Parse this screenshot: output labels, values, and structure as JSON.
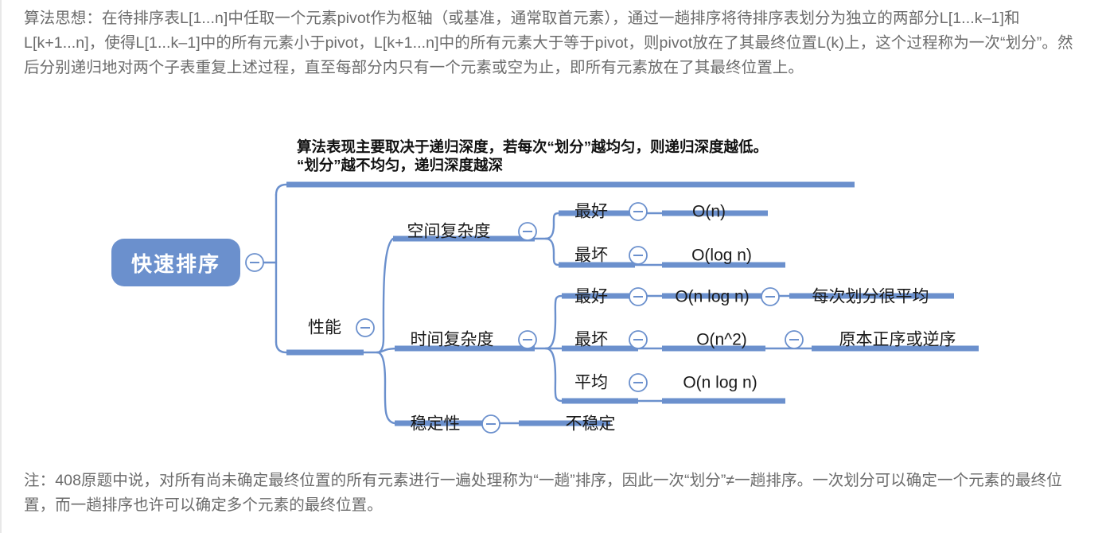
{
  "intro": {
    "text": "算法思想：在待排序表L[1...n]中任取一个元素pivot作为枢轴（或基准，通常取首元素），通过一趟排序将待排序表划分为独立的两部分L[1...k–1]和L[k+1...n]，使得L[1...k–1]中的所有元素小于pivot，L[k+1...n]中的所有元素大于等于pivot，则pivot放在了其最终位置L(k)上，这个过程称为一次“划分”。然后分别递归地对两个子表重复上述过程，直至每部分内只有一个元素或空为止，即所有元素放在了其最终位置上。"
  },
  "note": {
    "text": "注：408原题中说，对所有尚未确定最终位置的所有元素进行一遍处理称为“一趟”排序，因此一次“划分”≠一趟排序。一次划分可以确定一个元素的最终位置，而一趟排序也许可以确定多个元素的最终位置。"
  },
  "mindmap": {
    "root": {
      "label": "快速排序"
    },
    "branch_note": {
      "label": "算法表现主要取决于递归深度，若每次“划分”越均匀，则递归深度越低。\n“划分”越不均匀，递归深度越深"
    },
    "performance": {
      "label": "性能"
    },
    "space_complexity": {
      "label": "空间复杂度",
      "children": [
        {
          "case": "最好",
          "value": "O(n)"
        },
        {
          "case": "最坏",
          "value": "O(log n)"
        }
      ]
    },
    "time_complexity": {
      "label": "时间复杂度",
      "children": [
        {
          "case": "最好",
          "value": "O(n log n)",
          "reason": "每次划分很平均"
        },
        {
          "case": "最坏",
          "value": "O(n^2)",
          "reason": "原本正序或逆序"
        },
        {
          "case": "平均",
          "value": "O(n log n)",
          "reason": ""
        }
      ]
    },
    "stability": {
      "label": "稳定性",
      "children": [
        {
          "value": "不稳定"
        }
      ]
    },
    "colors": {
      "branch": "#6b90cd",
      "root_fill": "#6b90cd",
      "root_text": "#ffffff",
      "node_text": "#1a1a1a",
      "body_text": "#6b6b6b",
      "title_text": "#111111"
    },
    "toggle_icon": "collapse-minus-icon"
  }
}
